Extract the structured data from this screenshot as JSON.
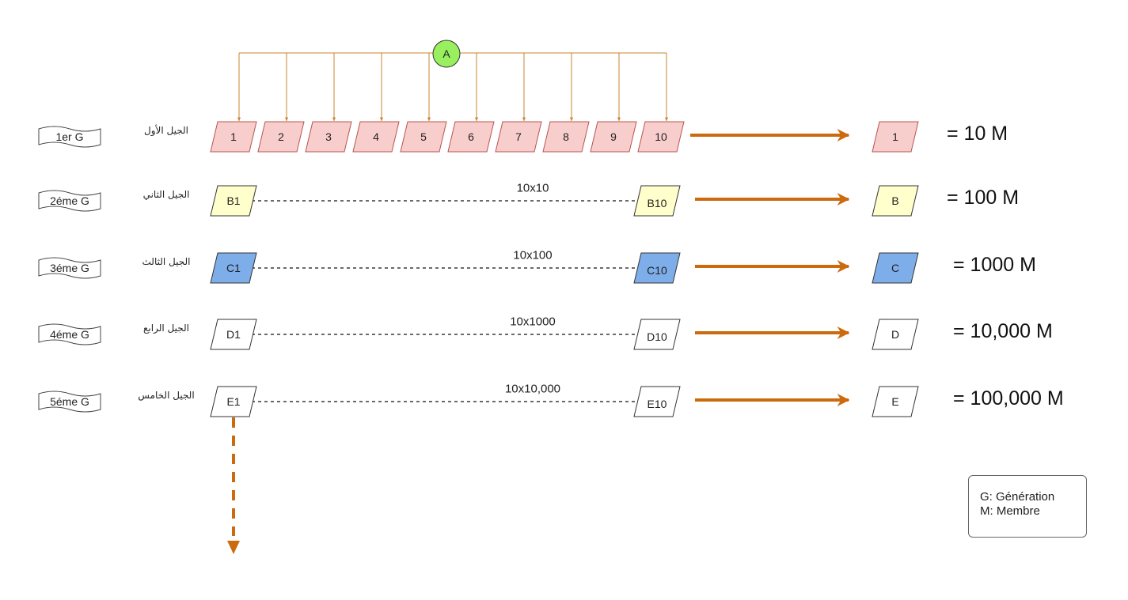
{
  "colors": {
    "orange": "#cc6a0e",
    "thin_orange": "#c8842c",
    "pink": "#f8cecc",
    "pink_stroke": "#b85450",
    "yellow": "#ffffcc",
    "blue": "#7eaeea",
    "white": "#ffffff",
    "green": "#99f05f"
  },
  "root": {
    "label": "A"
  },
  "generations": [
    {
      "tag": "1er G",
      "arabic": "الجيل الأول",
      "result_label": "1",
      "total": "= 10 M",
      "multiplier": "",
      "members": [
        "1",
        "2",
        "3",
        "4",
        "5",
        "6",
        "7",
        "8",
        "9",
        "10"
      ],
      "fill": "pink"
    },
    {
      "tag": "2éme G",
      "arabic": "الجيل الثاني",
      "result_label": "B",
      "total": "= 100 M",
      "multiplier": "10x10",
      "members": [
        "B1",
        "B10"
      ],
      "fill": "yellow"
    },
    {
      "tag": "3éme G",
      "arabic": "الجيل الثالث",
      "result_label": "C",
      "total": "= 1000 M",
      "multiplier": "10x100",
      "members": [
        "C1",
        "C10"
      ],
      "fill": "blue"
    },
    {
      "tag": "4éme G",
      "arabic": "الجيل الرابع",
      "result_label": "D",
      "total": "= 10,000 M",
      "multiplier": "10x1000",
      "members": [
        "D1",
        "D10"
      ],
      "fill": "white"
    },
    {
      "tag": "5éme G",
      "arabic": "الجيل الخامس",
      "result_label": "E",
      "total": "= 100,000 M",
      "multiplier": "10x10,000",
      "members": [
        "E1",
        "E10"
      ],
      "fill": "white"
    }
  ],
  "legend": {
    "line1": "G: Génération",
    "line2": "M: Membre"
  }
}
